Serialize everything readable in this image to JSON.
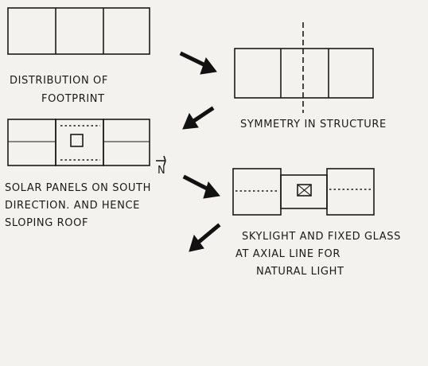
{
  "steps": [
    {
      "lines": [
        "DISTRIBUTION OF",
        "FOOTPRINT"
      ]
    },
    {
      "lines": [
        "SYMMETRY IN STRUCTURE"
      ]
    },
    {
      "lines": [
        "SOLAR PANELS ON SOUTH",
        "DIRECTION. AND HENCE",
        "SLOPING ROOF"
      ]
    },
    {
      "lines": [
        "SKYLIGHT AND FIXED GLASS",
        "AT AXIAL LINE FOR",
        "NATURAL LIGHT"
      ]
    }
  ],
  "north_label": "N",
  "ink_color": "#1a1a1a",
  "paper_color": "#f3f2ee"
}
